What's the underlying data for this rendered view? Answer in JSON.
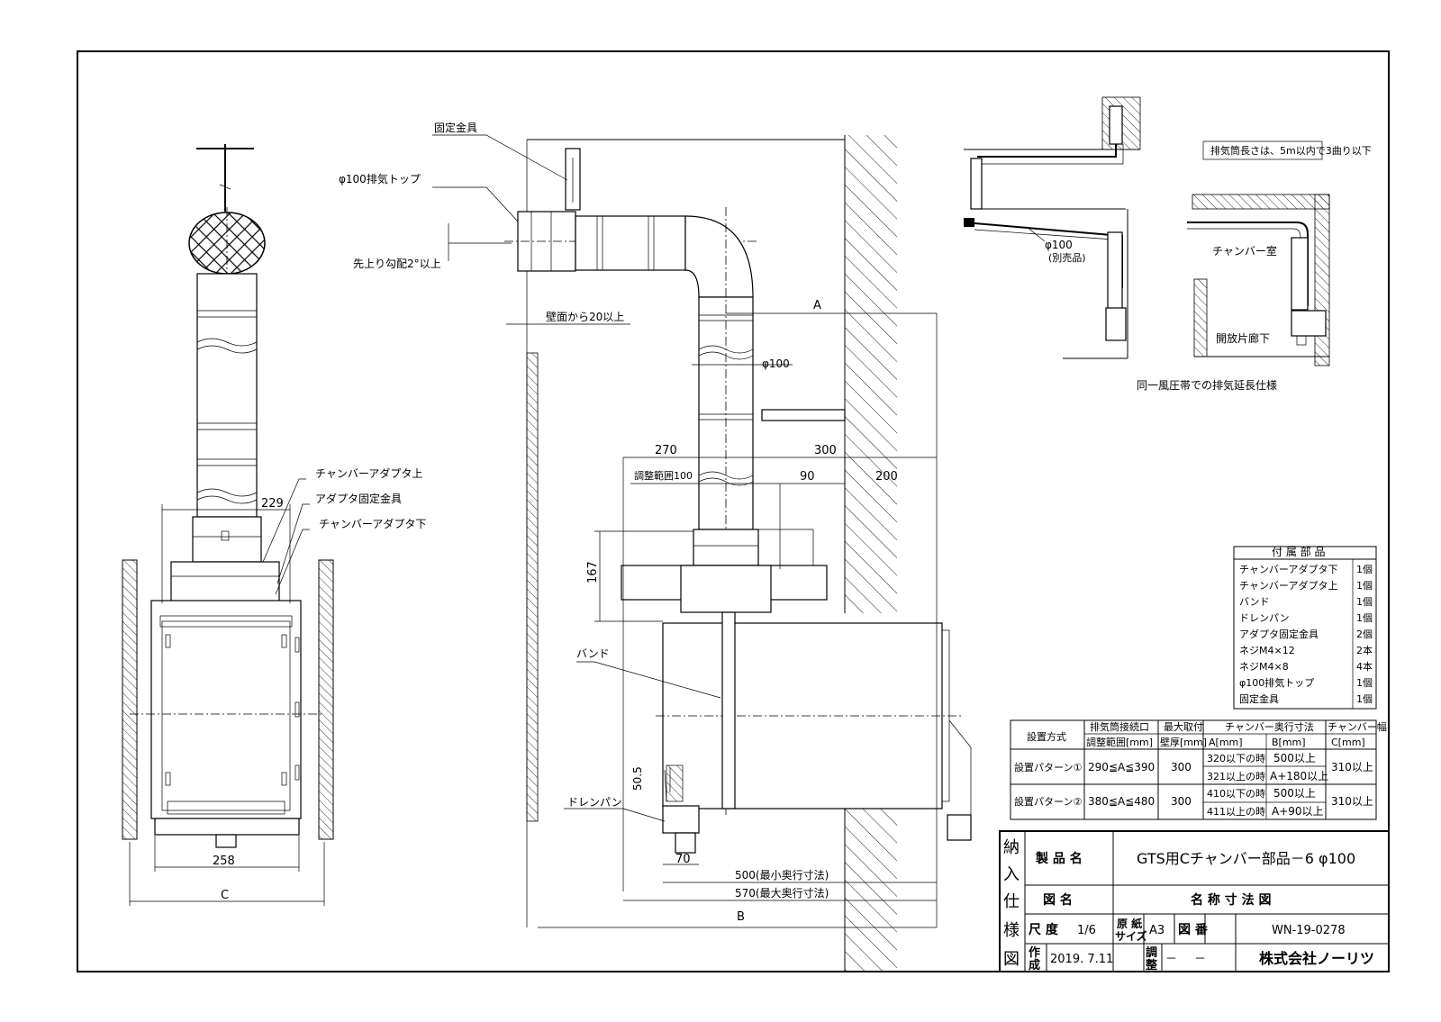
{
  "labels": {
    "fixing_bracket": "固定金具",
    "exhaust_top": "φ100排気トップ",
    "slope": "先上り勾配2°以上",
    "wall_clearance": "壁面から20以上",
    "dim_A": "A",
    "pipe_dia": "φ100",
    "dim_270": "270",
    "dim_300": "300",
    "adjust_range": "調整範囲100",
    "dim_90": "90",
    "dim_200": "200",
    "dim_167": "167",
    "band": "バンド",
    "drain_pan": "ドレンパン",
    "dim_50_5": "50.5",
    "dim_70": "70",
    "dim_500": "500(最小奥行寸法)",
    "dim_570": "570(最大奥行寸法)",
    "dim_B": "B",
    "chamber_adapter_top": "チャンバーアダプタ上",
    "adapter_bracket": "アダプタ固定金具",
    "chamber_adapter_bottom": "チャンバーアダプタ下",
    "dim_229": "229",
    "dim_258": "258",
    "dim_C": "C",
    "inset_pipe": "φ100",
    "inset_pipe_note": "(別売品)",
    "inset_note": "排気筒長さは、5m以内で3曲り以下",
    "chamber_room": "チャンバー室",
    "open_corridor": "開放片廊下",
    "inset_caption": "同一風圧帯での排気延長仕様"
  },
  "parts_table": {
    "title": "付 属 部 品",
    "rows": [
      {
        "name": "チャンバーアダプタ下",
        "qty": "1個"
      },
      {
        "name": "チャンバーアダプタ上",
        "qty": "1個"
      },
      {
        "name": "バンド",
        "qty": "1個"
      },
      {
        "name": "ドレンパン",
        "qty": "1個"
      },
      {
        "name": "アダプタ固定金具",
        "qty": "2個"
      },
      {
        "name": "ネジM4×12",
        "qty": "2本"
      },
      {
        "name": "ネジM4×8",
        "qty": "4本"
      },
      {
        "name": "φ100排気トップ",
        "qty": "1個"
      },
      {
        "name": "固定金具",
        "qty": "1個"
      }
    ]
  },
  "install_table": {
    "h_method": "設置方式",
    "h_exhaust": "排気筒接続口",
    "h_adjust": "調整範囲[mm]",
    "h_max": "最大取付",
    "h_wall": "壁厚[mm]",
    "h_depth": "チャンバー奥行寸法",
    "h_a": "A[mm]",
    "h_b": "B[mm]",
    "h_width": "チャンバー幅",
    "h_c": "C[mm]",
    "p1": {
      "name": "設置パターン①",
      "range": "290≦A≦390",
      "wall": "300",
      "a1": "320以下の時",
      "b1": "500以上",
      "a2": "321以上の時",
      "b2": "A+180以上",
      "c": "310以上"
    },
    "p2": {
      "name": "設置パターン②",
      "range": "380≦A≦480",
      "wall": "300",
      "a1": "410以下の時",
      "b1": "500以上",
      "a2": "411以上の時",
      "b2": "A+90以上",
      "c": "310以上"
    }
  },
  "title_block": {
    "side": [
      "納",
      "入",
      "仕",
      "様",
      "図"
    ],
    "product_label": "製 品 名",
    "product_name": "GTS用Cチャンバー部品－6 φ100",
    "drawing_label": "図 名",
    "drawing_name": "名 称 寸 法 図",
    "scale_label": "尺 度",
    "scale": "1/6",
    "paper_label1": "原 紙",
    "paper_label2": "サイズ",
    "paper": "A3",
    "number_label": "図 番",
    "number": "WN-19-0278",
    "made_label1": "作",
    "made_label2": "成",
    "made_date": "2019. 7.11",
    "adjust_label1": "調",
    "adjust_label2": "整",
    "adjust_value1": "－",
    "adjust_value2": "－",
    "company": "株式会社ノーリツ"
  }
}
